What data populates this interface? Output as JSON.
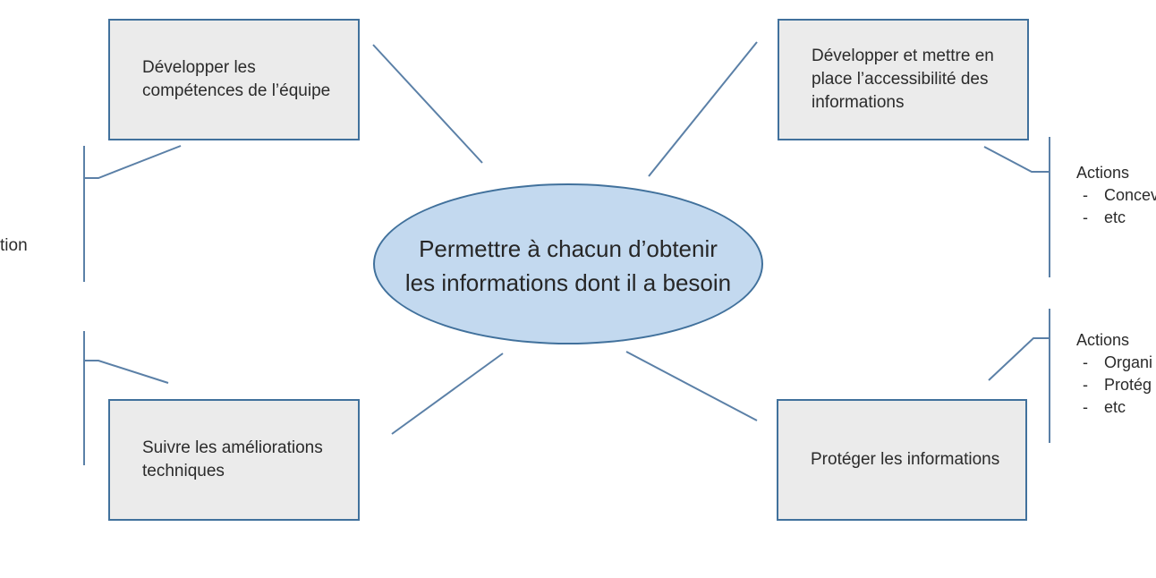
{
  "colors": {
    "line": "#5b80a7",
    "shape_border": "#41719c",
    "box_fill": "#ebebeb",
    "ellipse_fill": "#c3d9ef",
    "text": "#2b2b2b"
  },
  "center": {
    "label": "Permettre à chacun d’obtenir les informations dont il a besoin"
  },
  "boxes": [
    {
      "id": "develop-skills",
      "label": "Développer les compétences de l’équipe"
    },
    {
      "id": "information-accessibility",
      "label": "Développer et mettre en place l’accessibilité des informations"
    },
    {
      "id": "technical-improvements",
      "label": "Suivre les améliorations techniques"
    },
    {
      "id": "protect-information",
      "label": "Protéger les informations"
    }
  ],
  "action_lists": [
    {
      "title": "Actions",
      "bullet": "-",
      "items": [
        "Concev",
        "etc"
      ]
    },
    {
      "title": "Actions",
      "bullet": "-",
      "items": [
        "Organi",
        "Protég",
        "etc"
      ]
    }
  ],
  "left_fragment": {
    "text": "tion"
  }
}
